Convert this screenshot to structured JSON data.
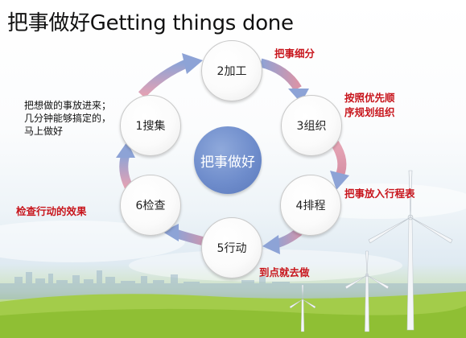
{
  "title": "把事做好Getting things done",
  "center_label": "把事做好",
  "steps": [
    {
      "label": "1搜集"
    },
    {
      "label": "2加工"
    },
    {
      "label": "3组织"
    },
    {
      "label": "4排程"
    },
    {
      "label": "5行动"
    },
    {
      "label": "6检查"
    }
  ],
  "annotations": {
    "refine": "把事细分",
    "organize": [
      "按照优先顺",
      "序规划组织"
    ],
    "schedule": "把事放入行程表",
    "act": "到点就去做",
    "review": "检查行动的效果",
    "collect_note": [
      "把想做的事放进来；",
      "几分钟能够搞定的，",
      "马上做好"
    ]
  },
  "colors": {
    "center": "#6f8dcc",
    "arrow_pink": "#d994a8",
    "arrow_blue": "#8da3d6",
    "annotation": "#c8161d"
  }
}
